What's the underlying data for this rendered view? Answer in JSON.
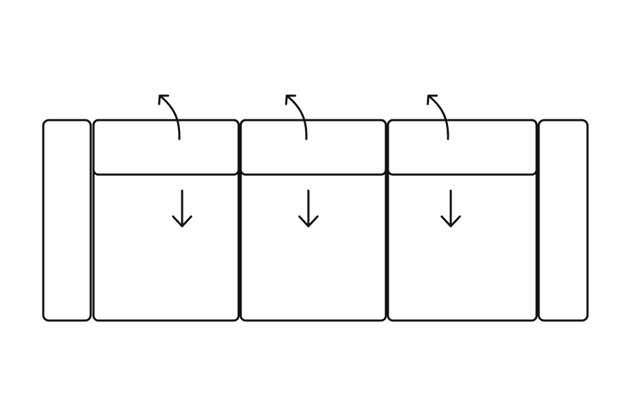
{
  "diagram": {
    "style": {
      "background": "#ffffff",
      "stroke": "#111111"
    },
    "sofa": {
      "arms": [
        "left-arm",
        "right-arm"
      ],
      "sections": [
        {
          "id": "section-1",
          "backrest_action": "tilt-back",
          "seat_action": "pull-out"
        },
        {
          "id": "section-2",
          "backrest_action": "tilt-back",
          "seat_action": "pull-out"
        },
        {
          "id": "section-3",
          "backrest_action": "tilt-back",
          "seat_action": "pull-out"
        }
      ]
    },
    "icons": {
      "tilt": "curved-arrow-up-left-icon",
      "pull": "arrow-down-icon"
    }
  }
}
